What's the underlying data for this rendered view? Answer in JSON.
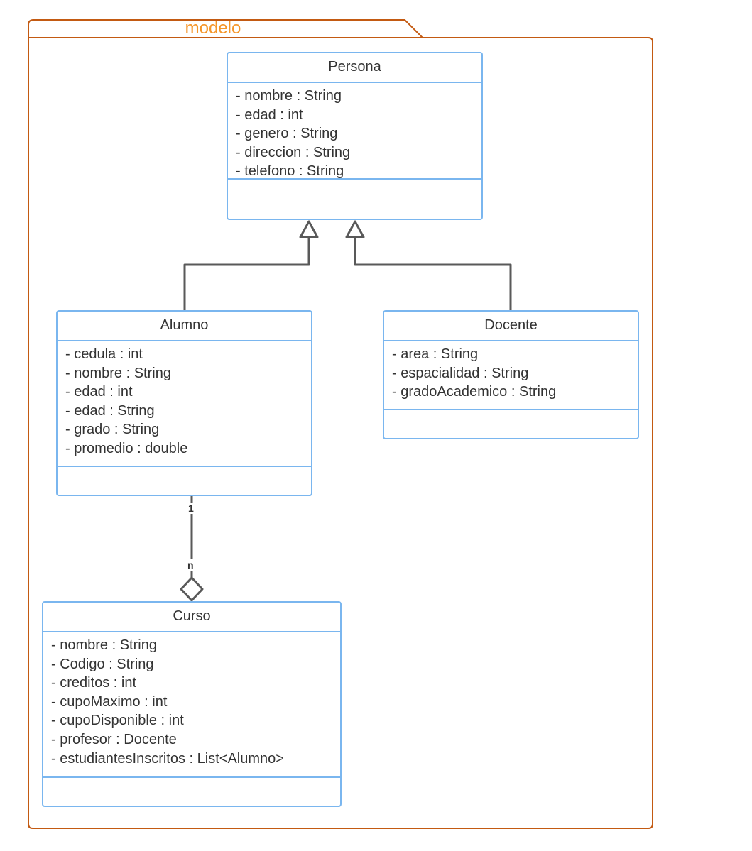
{
  "package": {
    "name": "modelo"
  },
  "classes": {
    "persona": {
      "name": "Persona",
      "attributes": [
        "- nombre : String",
        "- edad : int",
        "- genero : String",
        "- direccion : String",
        "- telefono : String"
      ]
    },
    "alumno": {
      "name": "Alumno",
      "attributes": [
        "- cedula : int",
        "- nombre : String",
        "- edad : int",
        "- edad : String",
        "- grado : String",
        "- promedio : double"
      ]
    },
    "docente": {
      "name": "Docente",
      "attributes": [
        "- area : String",
        "- espacialidad : String",
        "- gradoAcademico : String"
      ]
    },
    "curso": {
      "name": "Curso",
      "attributes": [
        "- nombre : String",
        "- Codigo : String",
        "- creditos : int",
        "- cupoMaximo : int",
        "- cupoDisponible : int",
        "- profesor : Docente",
        "- estudiantesInscritos : List<Alumno>"
      ]
    }
  },
  "relations": {
    "alumno_persona": {
      "type": "generalization"
    },
    "docente_persona": {
      "type": "generalization"
    },
    "curso_alumno": {
      "type": "aggregation",
      "source_multiplicity": "1",
      "target_multiplicity": "n"
    }
  },
  "colors": {
    "package_border": "#c35a12",
    "package_label": "#f5962a",
    "class_border": "#7ab6ef",
    "connector": "#595959",
    "text": "#333333"
  }
}
